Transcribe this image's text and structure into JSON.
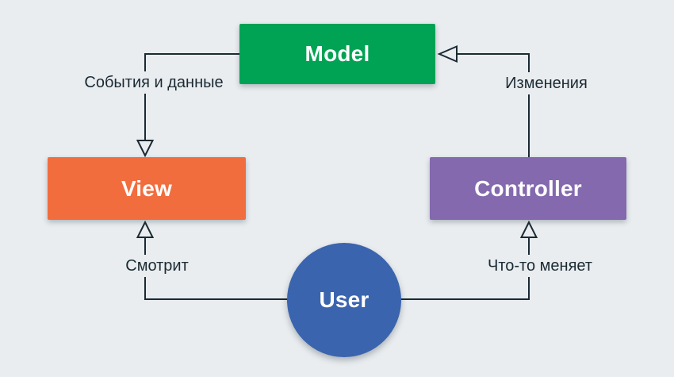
{
  "nodes": {
    "model": {
      "label": "Model",
      "color": "#00a254"
    },
    "view": {
      "label": "View",
      "color": "#f26d3e"
    },
    "controller": {
      "label": "Controller",
      "color": "#8469ae"
    },
    "user": {
      "label": "User",
      "color": "#3a64ae"
    }
  },
  "edges": {
    "model_to_view": {
      "label": "События и данные"
    },
    "controller_to_model": {
      "label": "Изменения"
    },
    "user_to_view": {
      "label": "Смотрит"
    },
    "user_to_controller": {
      "label": "Что-то меняет"
    }
  },
  "colors": {
    "background": "#e9edf0",
    "line": "#1b2a33",
    "node_text": "#ffffff"
  }
}
